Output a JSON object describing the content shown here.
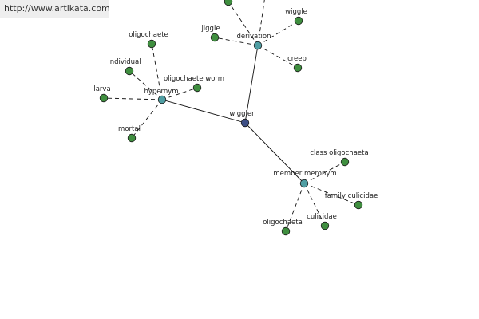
{
  "banner": {
    "url": "http://www.artikata.com"
  },
  "colors": {
    "center_node": "#3d4f86",
    "relation_node": "#4f9ea3",
    "leaf_node": "#3f8e3f",
    "node_stroke": "#1a1a1a",
    "edge": "#111111"
  },
  "graph": {
    "center": {
      "id": "wiggler",
      "label": "wiggler"
    },
    "relations": [
      {
        "id": "hypernym",
        "label": "hypernym"
      },
      {
        "id": "derivation",
        "label": "derivation"
      },
      {
        "id": "member_meronym",
        "label": "member meronym"
      }
    ],
    "leaves": [
      {
        "id": "oligochaete",
        "label": "oligochaete",
        "parent": "hypernym"
      },
      {
        "id": "individual",
        "label": "individual",
        "parent": "hypernym"
      },
      {
        "id": "oligochaete_worm",
        "label": "oligochaete worm",
        "parent": "hypernym"
      },
      {
        "id": "larva",
        "label": "larva",
        "parent": "hypernym"
      },
      {
        "id": "mortal",
        "label": "mortal",
        "parent": "hypernym"
      },
      {
        "id": "jiggle",
        "label": "jiggle",
        "parent": "derivation"
      },
      {
        "id": "wiggle",
        "label": "wiggle",
        "parent": "derivation"
      },
      {
        "id": "creep",
        "label": "creep",
        "parent": "derivation"
      },
      {
        "id": "deriv_offscreen_1",
        "label": "",
        "parent": "derivation"
      },
      {
        "id": "deriv_offscreen_2",
        "label": "",
        "parent": "derivation"
      },
      {
        "id": "class_oligochaeta",
        "label": "class oligochaeta",
        "parent": "member_meronym"
      },
      {
        "id": "family_culicidae",
        "label": "family culicidae",
        "parent": "member_meronym"
      },
      {
        "id": "culicidae",
        "label": "culicidae",
        "parent": "member_meronym"
      },
      {
        "id": "oligochaeta",
        "label": "oligochaeta",
        "parent": "member_meronym"
      }
    ]
  }
}
